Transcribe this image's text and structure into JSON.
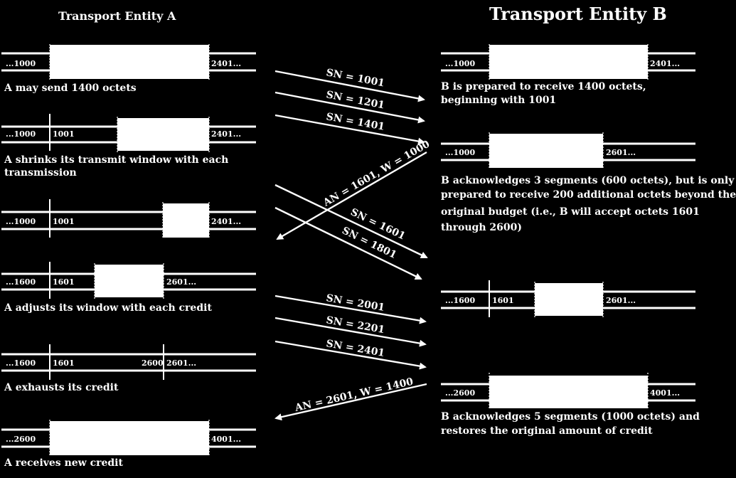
{
  "header": {
    "entity_a": "Transport Entity A",
    "entity_b": "Transport Entity B"
  },
  "a_windows": [
    {
      "left_label": "...1000",
      "mid_label": "",
      "end_label": "",
      "right_label": "2401...",
      "caption": [
        "A may send 1400 octets"
      ]
    },
    {
      "left_label": "...1000",
      "mid_label": "1001",
      "end_label": "",
      "right_label": "2401...",
      "caption": [
        "A shrinks its transmit window with each",
        "transmission"
      ]
    },
    {
      "left_label": "...1000",
      "mid_label": "1001",
      "end_label": "",
      "right_label": "2401...",
      "caption": []
    },
    {
      "left_label": "...1600",
      "mid_label": "1601",
      "end_label": "",
      "right_label": "2601...",
      "caption": [
        "A adjusts its window with each credit"
      ]
    },
    {
      "left_label": "...1600",
      "mid_label": "1601",
      "end_label": "2600",
      "right_label": "2601...",
      "caption": [
        "A exhausts its credit"
      ]
    },
    {
      "left_label": "...2600",
      "mid_label": "",
      "end_label": "",
      "right_label": "4001...",
      "caption": [
        "A receives new credit"
      ]
    }
  ],
  "b_windows": [
    {
      "left_label": "...1000",
      "mid_label": "",
      "right_label": "2401...",
      "caption": [
        "B is prepared to receive 1400 octets,",
        "beginning with 1001"
      ]
    },
    {
      "left_label": "...1000",
      "mid_label": "",
      "right_label": "2601...",
      "caption": [
        "B acknowledges 3 segments (600 octets), but is only",
        "prepared to receive 200 additional octets beyond the",
        "original budget (i.e., B will accept octets 1601",
        "through 2600)"
      ]
    },
    {
      "left_label": "...1600",
      "mid_label": "1601",
      "right_label": "2601...",
      "caption": []
    },
    {
      "left_label": "...2600",
      "mid_label": "",
      "right_label": "4001...",
      "caption": [
        "B acknowledges 5 segments (1000 octets) and",
        "restores the original amount of credit"
      ]
    }
  ],
  "messages": [
    {
      "label": "SN = 1001",
      "dir": "a-to-b"
    },
    {
      "label": "SN = 1201",
      "dir": "a-to-b"
    },
    {
      "label": "SN = 1401",
      "dir": "a-to-b"
    },
    {
      "label": "AN = 1601, W = 1000",
      "dir": "b-to-a"
    },
    {
      "label": "SN = 1601",
      "dir": "a-to-b"
    },
    {
      "label": "SN = 1801",
      "dir": "a-to-b"
    },
    {
      "label": "SN = 2001",
      "dir": "a-to-b"
    },
    {
      "label": "SN = 2201",
      "dir": "a-to-b"
    },
    {
      "label": "SN = 2401",
      "dir": "a-to-b"
    },
    {
      "label": "AN = 2601, W = 1400",
      "dir": "b-to-a"
    }
  ]
}
